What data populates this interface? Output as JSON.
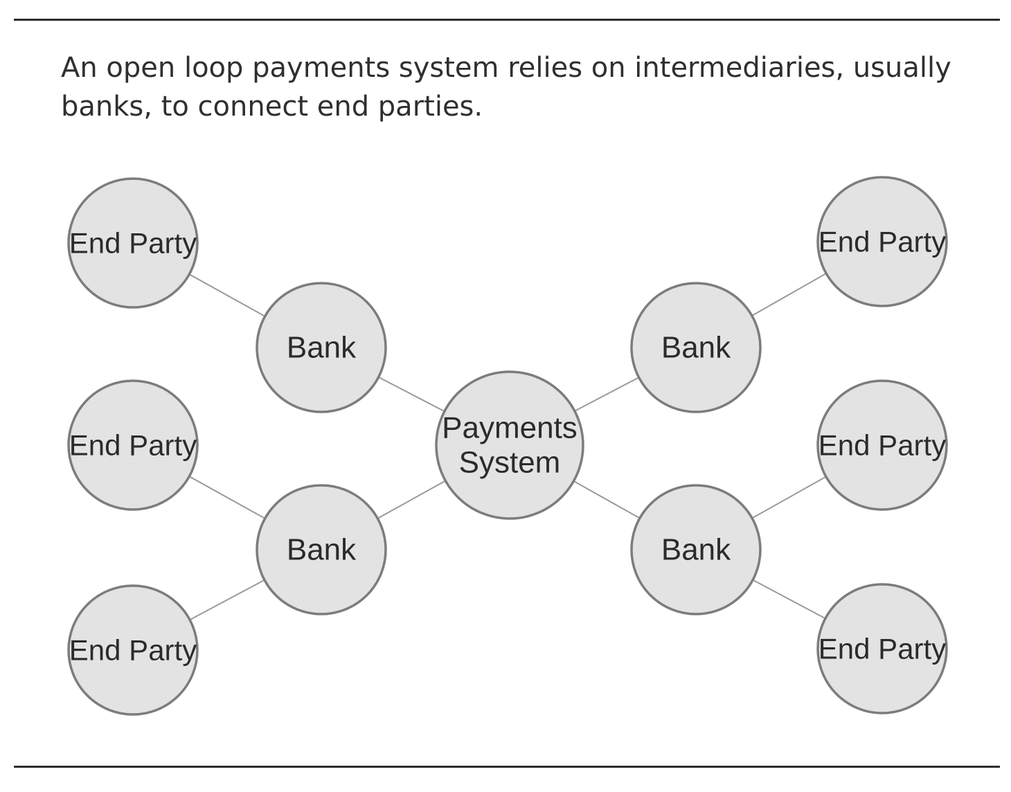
{
  "caption": "An open loop payments system relies on intermediaries, usually banks, to connect end parties.",
  "colors": {
    "node_fill": "#e2e3e2",
    "node_stroke": "#7b7d7d",
    "edge": "#9a9a9a",
    "text": "#2f2f2f",
    "rule": "#2b2b2b"
  },
  "nodes": [
    {
      "id": "payments-system",
      "lines": [
        "Payments",
        "System"
      ]
    },
    {
      "id": "bank-top-left",
      "lines": [
        "Bank"
      ]
    },
    {
      "id": "bank-bottom-left",
      "lines": [
        "Bank"
      ]
    },
    {
      "id": "bank-top-right",
      "lines": [
        "Bank"
      ]
    },
    {
      "id": "bank-bottom-right",
      "lines": [
        "Bank"
      ]
    },
    {
      "id": "end-party-left-1",
      "lines": [
        "End Party"
      ]
    },
    {
      "id": "end-party-left-2",
      "lines": [
        "End Party"
      ]
    },
    {
      "id": "end-party-left-3",
      "lines": [
        "End Party"
      ]
    },
    {
      "id": "end-party-right-1",
      "lines": [
        "End Party"
      ]
    },
    {
      "id": "end-party-right-2",
      "lines": [
        "End Party"
      ]
    },
    {
      "id": "end-party-right-3",
      "lines": [
        "End Party"
      ]
    }
  ],
  "edges": [
    [
      "end-party-left-1",
      "bank-top-left"
    ],
    [
      "bank-top-left",
      "payments-system"
    ],
    [
      "end-party-left-2",
      "bank-bottom-left"
    ],
    [
      "end-party-left-3",
      "bank-bottom-left"
    ],
    [
      "bank-bottom-left",
      "payments-system"
    ],
    [
      "payments-system",
      "bank-top-right"
    ],
    [
      "bank-top-right",
      "end-party-right-1"
    ],
    [
      "payments-system",
      "bank-bottom-right"
    ],
    [
      "bank-bottom-right",
      "end-party-right-2"
    ],
    [
      "bank-bottom-right",
      "end-party-right-3"
    ]
  ]
}
